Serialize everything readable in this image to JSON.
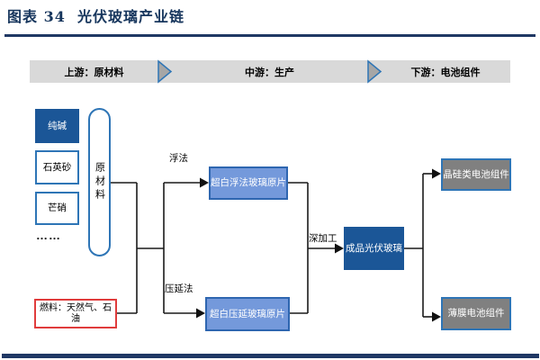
{
  "figure": {
    "title": "图表 34  光伏玻璃产业链"
  },
  "banner": {
    "stages": [
      "上游：原材料",
      "中游：生产",
      "下游：电池组件"
    ]
  },
  "upstream": {
    "soda_ash": "纯碱",
    "quartz_sand": "石英砂",
    "mirabilite": "芒硝",
    "ellipsis": "……",
    "raw_materials_group": "原材料",
    "fuel": "燃料：天然气、石油"
  },
  "midstream": {
    "float_process": "浮法",
    "float_glass": "超白浮法玻璃原片",
    "rolled_process": "压延法",
    "rolled_glass": "超白压延玻璃原片",
    "deep_processing": "深加工",
    "finished_product": "成品光伏玻璃"
  },
  "downstream": {
    "crystalline_module": "晶硅类电池组件",
    "thin_film_module": "薄膜电池组件"
  },
  "colors": {
    "navy": "#17365D",
    "dark_blue_fill": "#1B5697",
    "light_blue_fill": "#7499DB",
    "blue_border": "#2E75B6",
    "gray_fill": "#808080",
    "banner_gray": "#D9D9D9",
    "red_border": "#E03C3C",
    "line": "#1A1A1A"
  }
}
